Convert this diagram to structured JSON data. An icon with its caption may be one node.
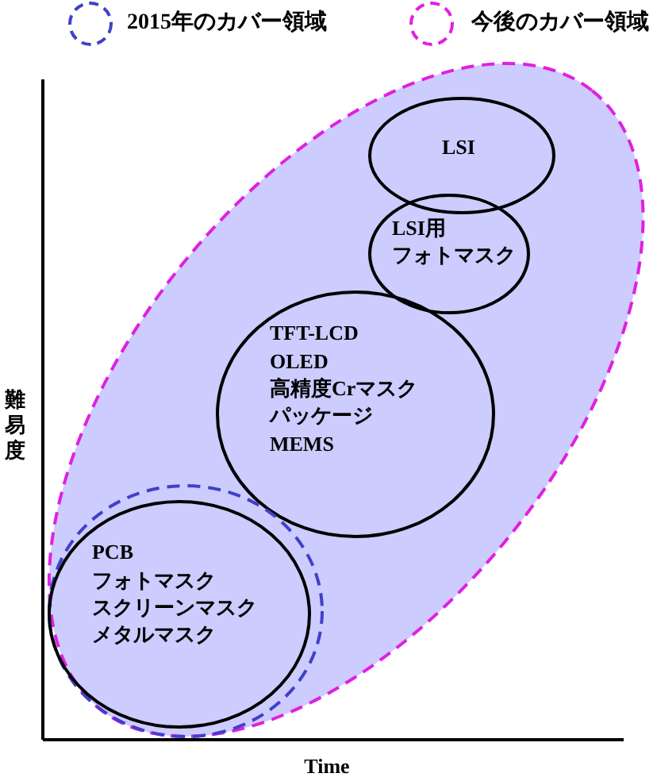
{
  "diagram": {
    "nodes": [
      {
        "text": [],
        "shape": "ellipse"
      },
      {
        "text": [
          "LSI"
        ],
        "in": 0
      },
      {
        "text": [
          "LSI用",
          "フォトマスク"
        ],
        "in": 0
      },
      {
        "text": [
          "TFT-LCD",
          "OLED",
          "高精度Crマスク",
          "パッケージ",
          "MEMS"
        ],
        "in": 0
      },
      {
        "text": [],
        "shape": "ellipse",
        "in": 0
      },
      {
        "text": [
          "PCB",
          "フォトマスク",
          "スクリーンマスク",
          "メタルマスク"
        ],
        "in": 4
      }
    ],
    "labels": [
      "難易度",
      "Time"
    ],
    "legend": [
      {
        "text": "2015年のカバー領域"
      },
      {
        "text": "今後のカバー領域"
      }
    ]
  }
}
